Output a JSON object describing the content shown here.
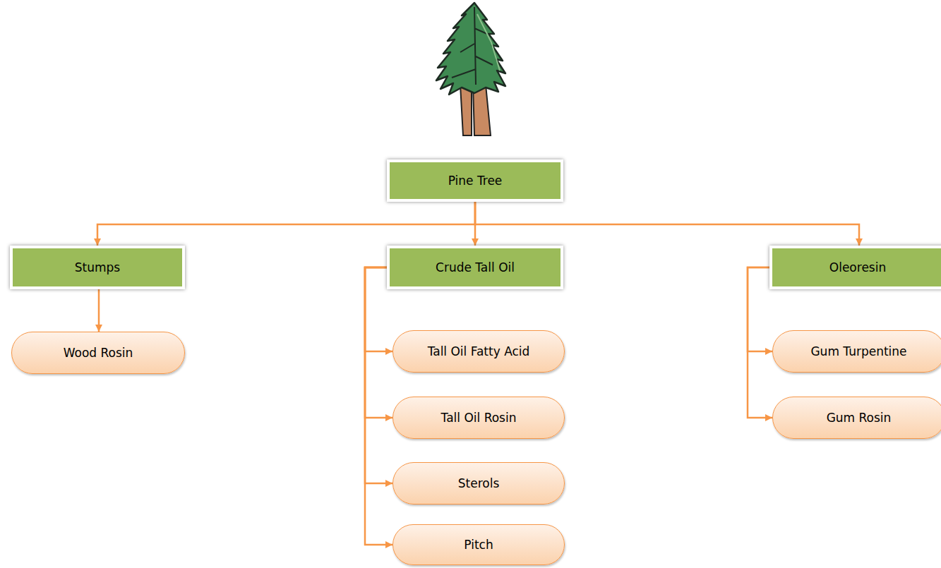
{
  "diagram": {
    "nodes": [
      {
        "text": [
          "Pine Tree"
        ]
      },
      {
        "text": [
          "Stumps"
        ]
      },
      {
        "text": [
          "Crude Tall Oil"
        ]
      },
      {
        "text": [
          "Oleoresin"
        ]
      },
      {
        "text": [
          "Wood Rosin"
        ]
      },
      {
        "text": [
          "Tall Oil Fatty Acid"
        ]
      },
      {
        "text": [
          "Tall Oil Rosin"
        ]
      },
      {
        "text": [
          "Sterols"
        ]
      },
      {
        "text": [
          "Pitch"
        ]
      },
      {
        "text": [
          "Gum Turpentine"
        ]
      },
      {
        "text": [
          "Gum Rosin"
        ]
      }
    ],
    "edges": [
      {
        "from": 0,
        "to": 1,
        "arrow": "to"
      },
      {
        "from": 0,
        "to": 2,
        "arrow": "to"
      },
      {
        "from": 0,
        "to": 3,
        "arrow": "to"
      },
      {
        "from": 1,
        "to": 4,
        "arrow": "to"
      },
      {
        "from": 2,
        "to": 5,
        "arrow": "to"
      },
      {
        "from": 2,
        "to": 6,
        "arrow": "to"
      },
      {
        "from": 2,
        "to": 7,
        "arrow": "to"
      },
      {
        "from": 2,
        "to": 8,
        "arrow": "to"
      },
      {
        "from": 3,
        "to": 9,
        "arrow": "to"
      },
      {
        "from": 3,
        "to": 10,
        "arrow": "to"
      }
    ]
  }
}
